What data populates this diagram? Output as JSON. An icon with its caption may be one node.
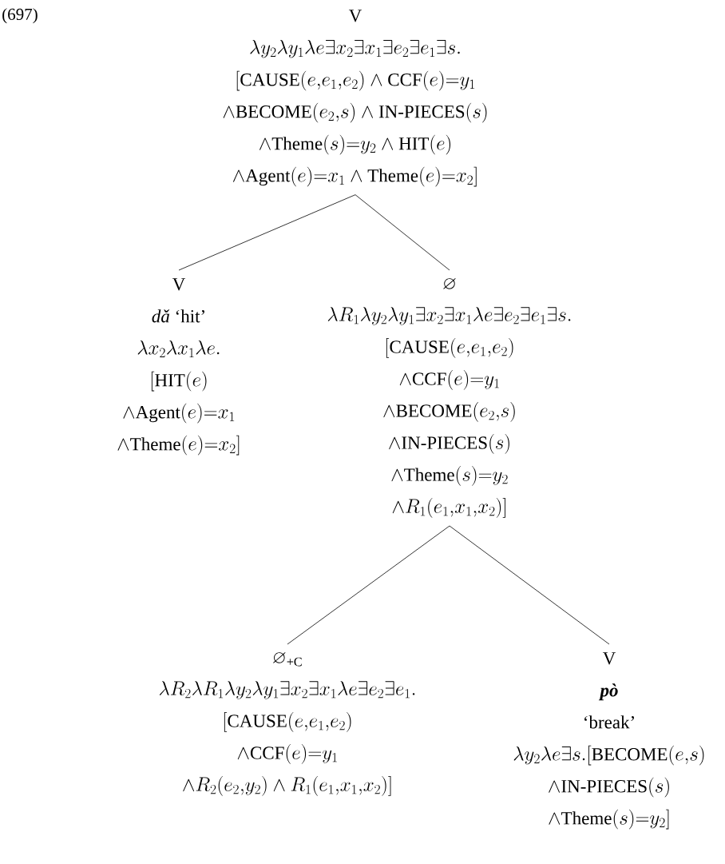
{
  "diagram": {
    "nodes": [
      {
        "text": [
          "V",
          "\\lambda y_2\\lambda y_1\\lambda e\\exists x_2\\exists x_1\\exists e_2\\exists e_1\\exists s.",
          "[\\text{CAUSE}(e{,}e_1{,}e_2)\\wedge\\text{CCF}(e){=}y_1",
          "\\wedge\\text{BECOME}(e_2{,}s)\\wedge\\text{IN-PIECES}(s)",
          "\\wedge\\text{Theme}(s){=}y_2\\wedge\\text{HIT}(e)",
          "\\wedge\\text{Agent}(e){=}x_1\\wedge\\text{Theme}(e){=}x_2]"
        ]
      },
      {
        "text": [
          "V",
          "*dǎ* ‘hit’",
          "\\lambda x_2\\lambda x_1\\lambda e.",
          "[\\text{HIT}(e)",
          "\\wedge\\text{Agent}(e){=}x_1",
          "\\wedge\\text{Theme}(e){=}x_2]"
        ]
      },
      {
        "text": [
          "\\varnothing",
          "\\lambda R_1\\lambda y_2\\lambda y_1\\exists x_2\\exists x_1\\lambda e\\exists e_2\\exists e_1\\exists s.",
          "[\\text{CAUSE}(e{,}e_1{,}e_2)",
          "\\wedge\\text{CCF}(e){=}y_1",
          "\\wedge\\text{BECOME}(e_2{,}s)",
          "\\wedge\\text{IN-PIECES}(s)",
          "\\wedge\\text{Theme}(s){=}y_2",
          "\\wedge R_1(e_1{,}x_1{,}x_2)]"
        ]
      },
      {
        "text": [
          "\\varnothing_{\\text{+C}}",
          "\\lambda R_2\\lambda R_1\\lambda y_2\\lambda y_1\\exists x_2\\exists x_1\\lambda e\\exists e_2\\exists e_1.",
          "[\\text{CAUSE}(e{,}e_1{,}e_2)",
          "\\wedge\\text{CCF}(e){=}y_1",
          "\\wedge R_2(e_2{,}y_2)\\wedge R_1(e_1{,}x_1{,}x_2)]"
        ]
      },
      {
        "text": [
          "V",
          "pò",
          "‘break’",
          "\\lambda y_2\\lambda e\\exists s.[\\text{BECOME}(e{,}s)",
          "\\wedge\\text{IN-PIECES}(s)",
          "\\wedge\\text{Theme}(s){=}y_2]"
        ]
      }
    ],
    "edges": [
      {
        "from": 0,
        "to": 1,
        "arrow": "none"
      },
      {
        "from": 0,
        "to": 2,
        "arrow": "none"
      },
      {
        "from": 2,
        "to": 3,
        "arrow": "none"
      },
      {
        "from": 2,
        "to": 4,
        "arrow": "none"
      }
    ],
    "labels": [
      "(697)"
    ]
  }
}
